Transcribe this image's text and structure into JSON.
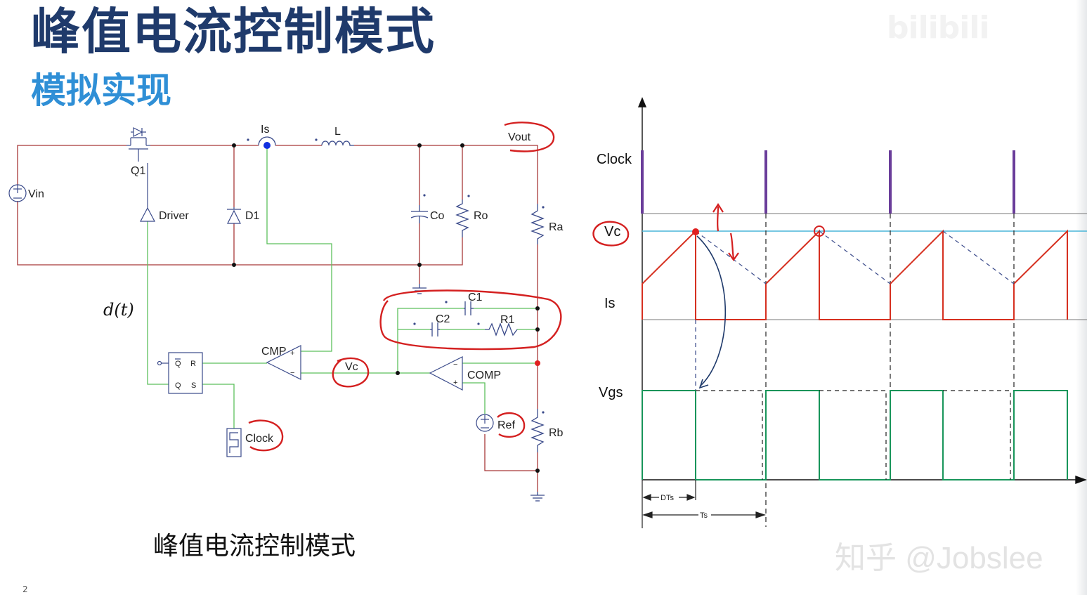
{
  "slide": {
    "title": "峰值电流控制模式",
    "subtitle": "模拟实现",
    "caption": "峰值电流控制模式",
    "page_number": "2"
  },
  "watermarks": {
    "bilibili": "bilibili",
    "zhihu": "知乎 @Jobslee"
  },
  "circuit": {
    "labels": {
      "vin": "Vin",
      "q1": "Q1",
      "is": "Is",
      "inductor": "L",
      "vout": "Vout",
      "driver": "Driver",
      "d1": "D1",
      "co": "Co",
      "ro": "Ro",
      "ra": "Ra",
      "c1": "C1",
      "c2": "C2",
      "r1": "R1",
      "cmp": "CMP",
      "vc": "Vc",
      "comp": "COMP",
      "ref": "Ref",
      "rb": "Rb",
      "clock": "Clock",
      "dt": "d(t)",
      "q": "Q",
      "qbar": "Q",
      "r_pin": "R",
      "s_pin": "S",
      "plus": "+",
      "minus": "−"
    }
  },
  "waveform": {
    "labels": {
      "clock": "Clock",
      "vc": "Vc",
      "is": "Is",
      "vgs": "Vgs",
      "dts": "DTs",
      "ts": "Ts"
    }
  },
  "colors": {
    "title": "#1f3a6b",
    "subtitle": "#2f8fd6",
    "wire_power": "#a83838",
    "wire_signal": "#5cbf5c",
    "component": "#3a4a8a",
    "annotation": "#d42020",
    "clock_pulse": "#6a3d9a",
    "current_wave": "#d63020",
    "vc_line": "#48b6d8",
    "gate_wave": "#18955a"
  }
}
